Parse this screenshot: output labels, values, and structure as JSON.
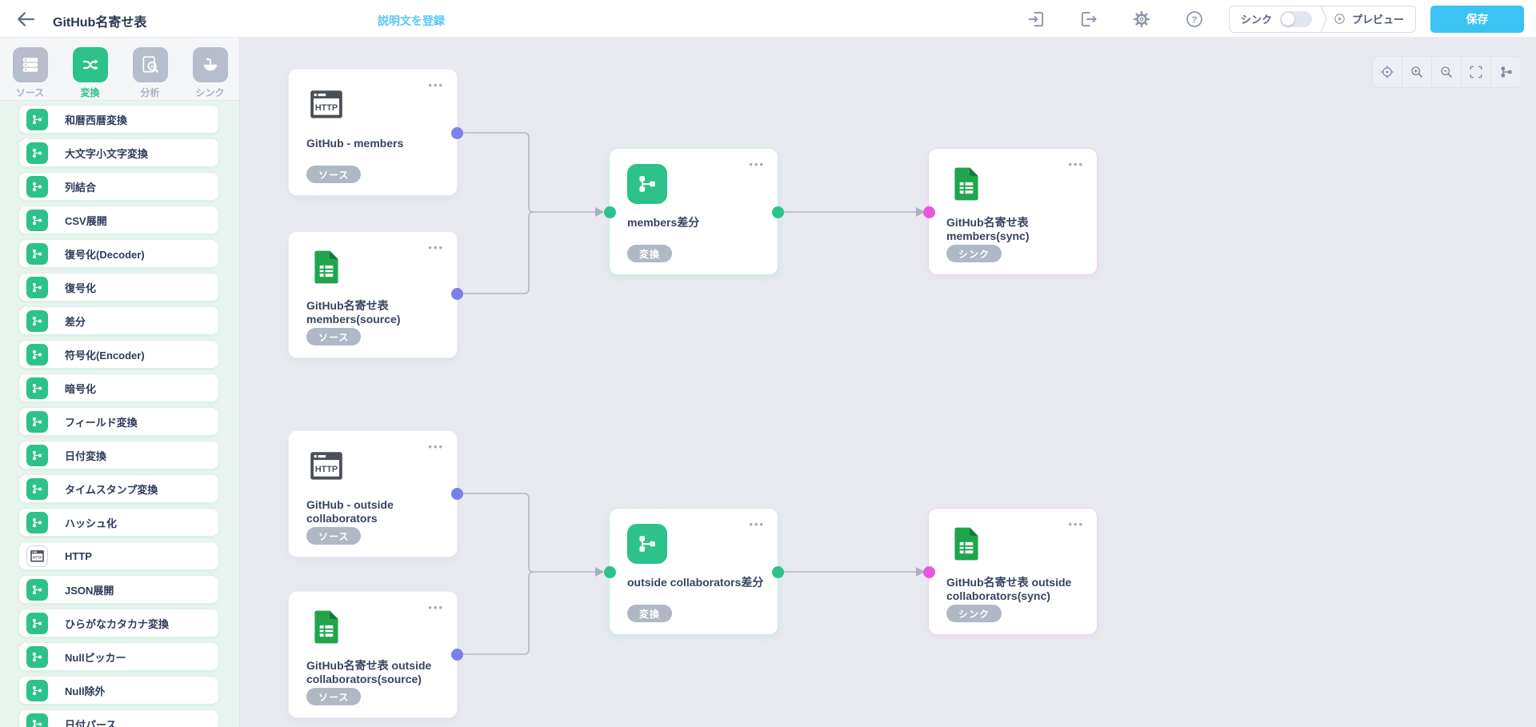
{
  "header": {
    "title": "GitHub名寄せ表",
    "description_link": "説明文を登録",
    "icons": [
      "import",
      "export",
      "settings",
      "help"
    ],
    "sync_label": "シンク",
    "sync_toggle_state": "off",
    "preview_label": "プレビュー",
    "save_label": "保存"
  },
  "sidebar": {
    "tabs": [
      {
        "label": "ソース",
        "icon": "database",
        "active": false
      },
      {
        "label": "変換",
        "icon": "shuffle",
        "active": true
      },
      {
        "label": "分析",
        "icon": "analyze",
        "active": false
      },
      {
        "label": "シンク",
        "icon": "sink",
        "active": false
      }
    ],
    "items": [
      {
        "label": "和暦西暦変換",
        "icon": "transform"
      },
      {
        "label": "大文字小文字変換",
        "icon": "transform"
      },
      {
        "label": "列結合",
        "icon": "transform"
      },
      {
        "label": "CSV展開",
        "icon": "transform"
      },
      {
        "label": "復号化(Decoder)",
        "icon": "transform"
      },
      {
        "label": "復号化",
        "icon": "transform"
      },
      {
        "label": "差分",
        "icon": "transform"
      },
      {
        "label": "符号化(Encoder)",
        "icon": "transform"
      },
      {
        "label": "暗号化",
        "icon": "transform"
      },
      {
        "label": "フィールド変換",
        "icon": "transform"
      },
      {
        "label": "日付変換",
        "icon": "transform"
      },
      {
        "label": "タイムスタンプ変換",
        "icon": "transform"
      },
      {
        "label": "ハッシュ化",
        "icon": "transform"
      },
      {
        "label": "HTTP",
        "icon": "http"
      },
      {
        "label": "JSON展開",
        "icon": "transform"
      },
      {
        "label": "ひらがなカタカナ変換",
        "icon": "transform"
      },
      {
        "label": "Nullピッカー",
        "icon": "transform"
      },
      {
        "label": "Null除外",
        "icon": "transform"
      },
      {
        "label": "日付パース",
        "icon": "transform"
      }
    ]
  },
  "canvas": {
    "toolbar": [
      "locate",
      "zoom-in",
      "zoom-out",
      "fit-view",
      "auto-layout"
    ],
    "nodes": [
      {
        "title": "GitHub - members",
        "badge": "ソース",
        "type": "source",
        "icon": "http"
      },
      {
        "title": "GitHub名寄せ表 members(source)",
        "badge": "ソース",
        "type": "source",
        "icon": "sheets"
      },
      {
        "title": "members差分",
        "badge": "変換",
        "type": "transform",
        "icon": "transform"
      },
      {
        "title": "GitHub名寄せ表 members(sync)",
        "badge": "シンク",
        "type": "sink",
        "icon": "sheets"
      },
      {
        "title": "GitHub - outside collaborators",
        "badge": "ソース",
        "type": "source",
        "icon": "http"
      },
      {
        "title": "GitHub名寄せ表 outside collaborators(source)",
        "badge": "ソース",
        "type": "source",
        "icon": "sheets"
      },
      {
        "title": "outside collaborators差分",
        "badge": "変換",
        "type": "transform",
        "icon": "transform"
      },
      {
        "title": "GitHub名寄せ表 outside collaborators(sync)",
        "badge": "シンク",
        "type": "sink",
        "icon": "sheets"
      }
    ],
    "menu_dots": "•••"
  },
  "colors": {
    "accent_green": "#2cc28a",
    "save_blue": "#3cc3f3",
    "link_blue": "#57c8f3",
    "port_blue": "#7b80ee",
    "port_green": "#2cc28a",
    "port_pink": "#ea57df",
    "edge_gray": "#b1b7c3"
  }
}
